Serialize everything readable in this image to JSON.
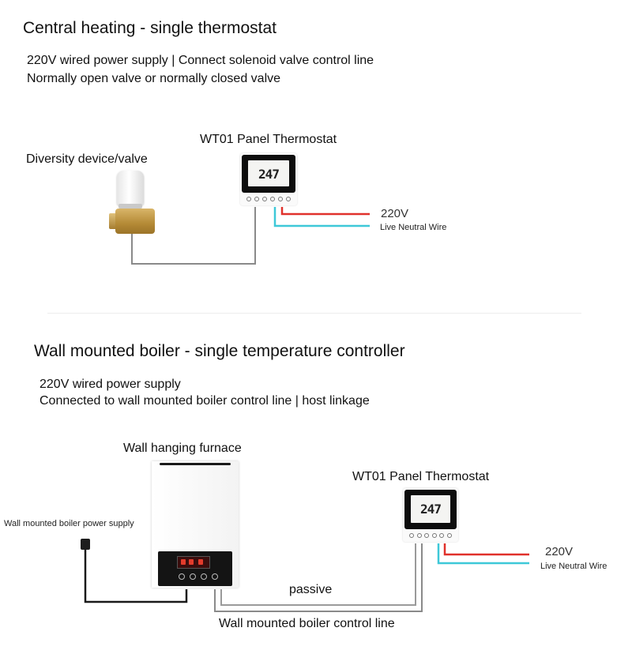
{
  "section1": {
    "title": "Central heating - single thermostat",
    "line1": "220V wired power supply | Connect solenoid valve control line",
    "line2": "Normally open valve or normally closed valve",
    "valve_label": "Diversity device/valve",
    "thermostat_label": "WT01 Panel Thermostat",
    "thermostat_display": "247",
    "voltage": "220V",
    "wire_label": "Live Neutral Wire"
  },
  "section2": {
    "title": "Wall mounted boiler - single temperature controller",
    "line1": "220V wired power supply",
    "line2": "Connected to wall mounted boiler control line | host linkage",
    "boiler_label": "Wall hanging furnace",
    "power_supply_label": "Wall mounted boiler power supply",
    "thermostat_label": "WT01 Panel Thermostat",
    "thermostat_display": "247",
    "voltage": "220V",
    "wire_label": "Live Neutral Wire",
    "passive_label": "passive",
    "control_line_label": "Wall mounted boiler control line"
  },
  "colors": {
    "live_wire": "#e0312b",
    "neutral_wire": "#3ec8d8",
    "control_wire": "#8a8a8a",
    "power_cable": "#1a1a1a"
  }
}
